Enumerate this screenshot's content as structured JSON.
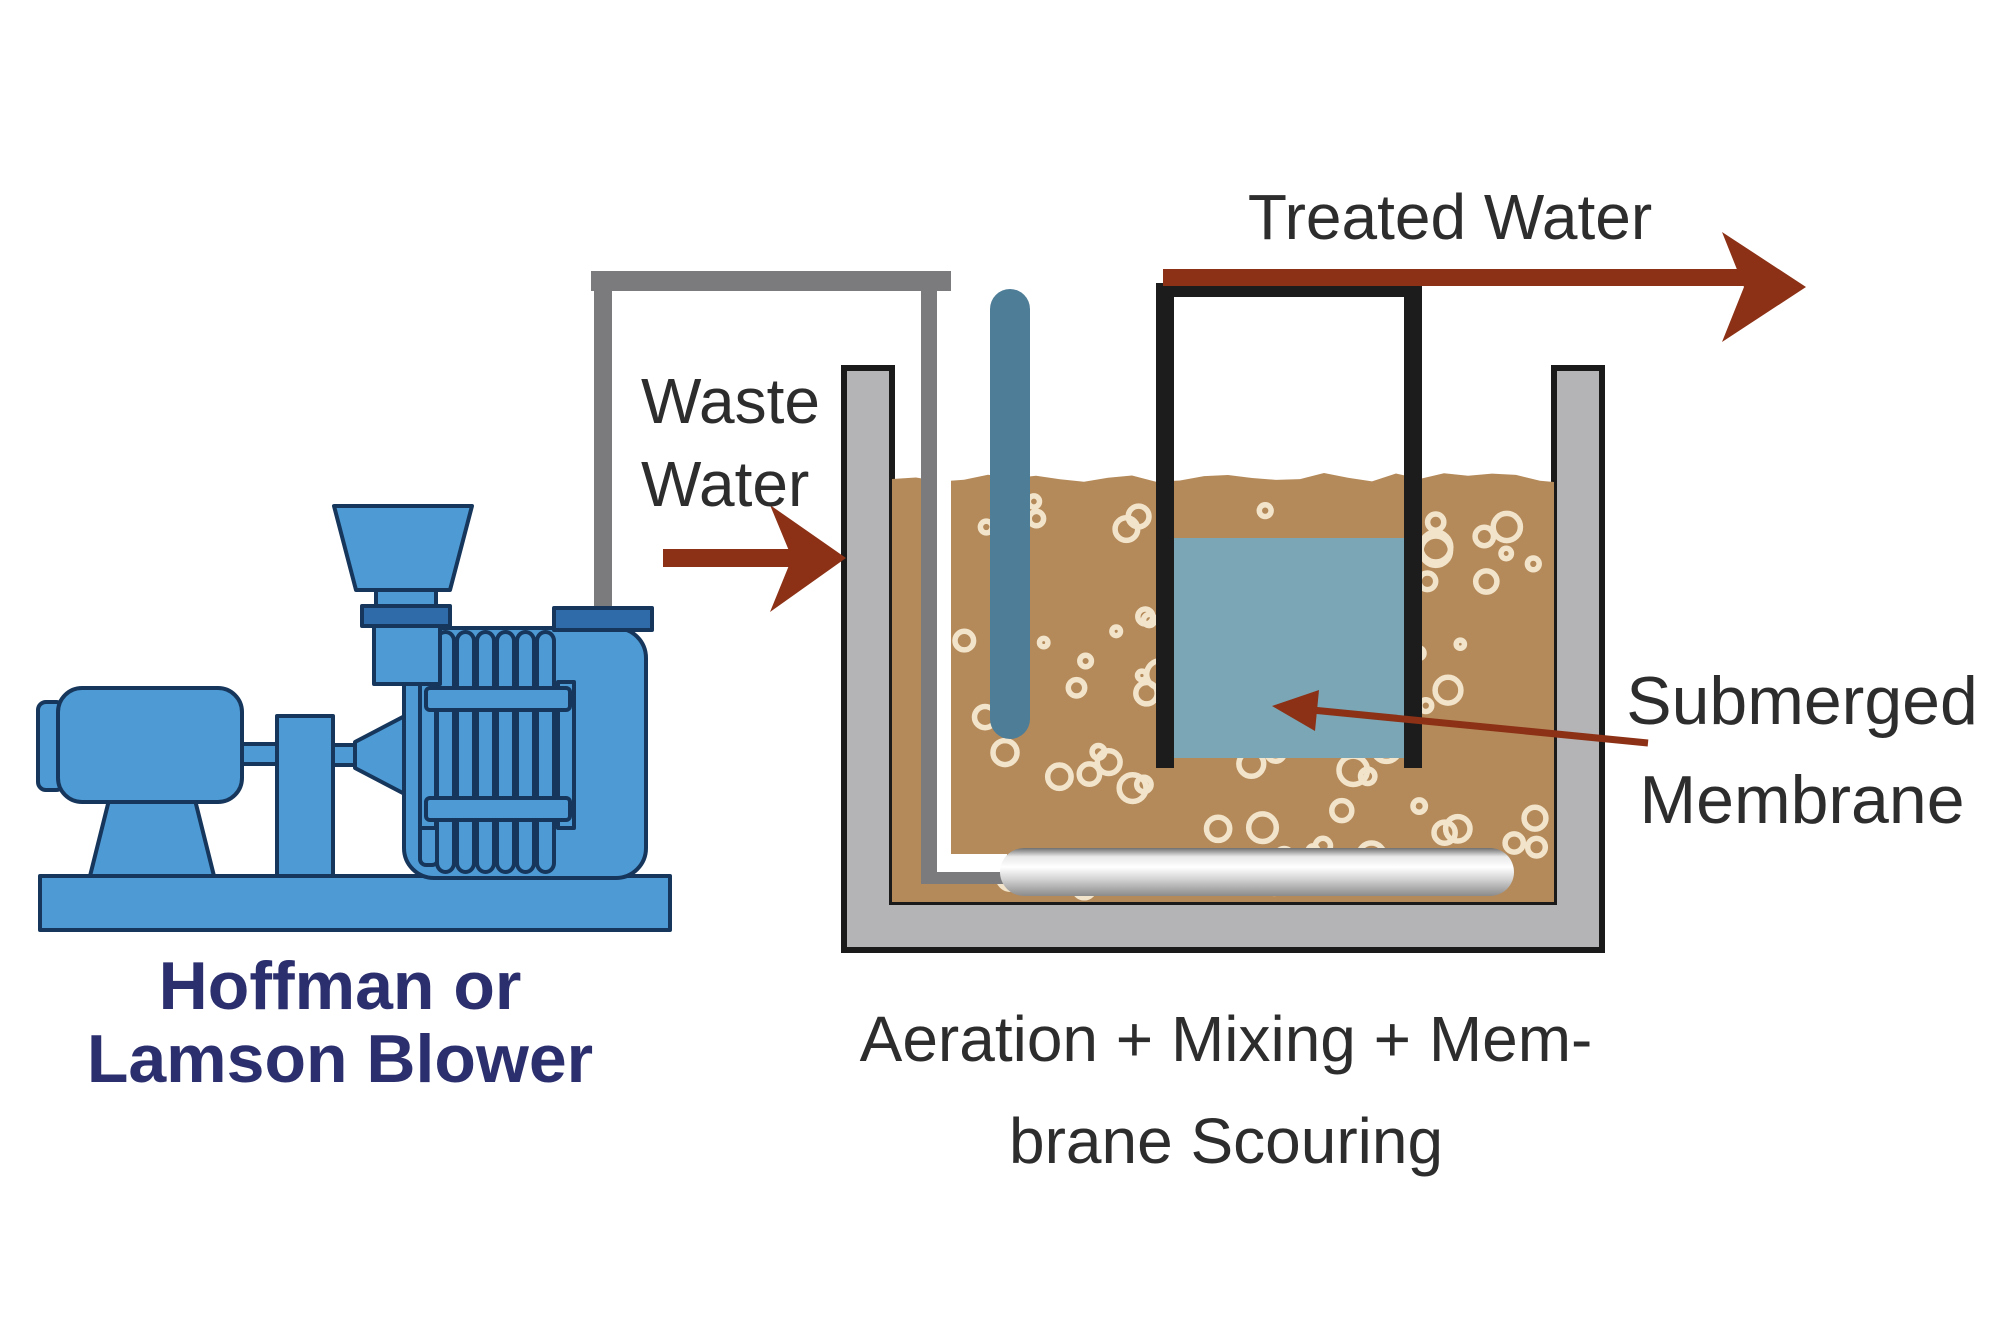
{
  "labels": {
    "treated_water": "Treated Water",
    "waste_water_line1": "Waste",
    "waste_water_line2": "Water",
    "submerged_membrane_line1": "Submerged",
    "submerged_membrane_line2": "Membrane",
    "tank_caption_line1": "Aeration + Mixing + Mem-",
    "tank_caption_line2": "brane Scouring",
    "blower_caption_line1": "Hoffman or",
    "blower_caption_line2": "Lamson Blower"
  },
  "colors": {
    "arrow_red": "#8c3115",
    "blower_blue": "#4d9ad4",
    "blower_accent": "#2f6ba8",
    "blower_outline": "#16365c",
    "caption_navy": "#2b2f6e",
    "label_dark": "#2d2d2d",
    "tank_gray": "#b4b4b6",
    "tank_outline": "#1a1a1a",
    "duct_gray": "#7b7b7e",
    "sludge_brown": "#b58a5a",
    "bubble_cream": "#f2e4cb",
    "membrane_black": "#1c1c1c",
    "permeate_water": "#7aa6b5",
    "aerator_slate": "#4e7d97"
  }
}
